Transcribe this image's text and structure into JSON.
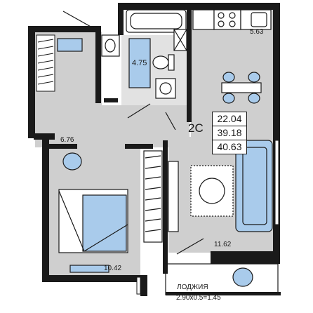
{
  "plan": {
    "apartment_type": "2С",
    "areas": [
      "22.04",
      "39.18",
      "40.63"
    ],
    "rooms": [
      {
        "id": "kitchen",
        "area": "5.63"
      },
      {
        "id": "bathroom",
        "area": "4.75"
      },
      {
        "id": "hallway",
        "area": "6.76"
      },
      {
        "id": "bedroom",
        "area": "10.42"
      },
      {
        "id": "living",
        "area": "11.62"
      }
    ],
    "loggia": {
      "title": "ЛОДЖИЯ",
      "dims": "2.90x0.5=1.45"
    }
  },
  "colors": {
    "wall": "#1a1a1a",
    "floor_gray": "#cfcfcf",
    "fixture_blue": "#a9cbeb",
    "outline": "#1a1a1a"
  }
}
